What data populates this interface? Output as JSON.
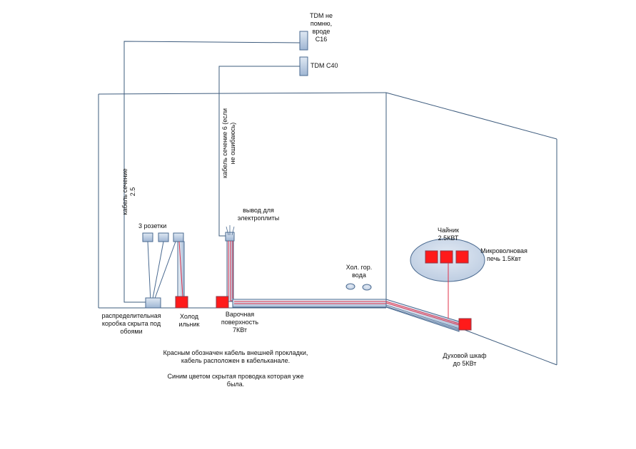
{
  "colors": {
    "line": "#3e5c7e",
    "wire_light": "#9fb4cc",
    "box_fill": "#b7c9e0",
    "box_stroke": "#4a6a90",
    "red": "#ff1a1a",
    "red_stroke": "#8b3a4a",
    "appliance_ellipse": "#c5d3e6",
    "channel_fill": "#c9d6e8",
    "red_wire": "#e0304a"
  },
  "breakers": {
    "c16_label": "TDM не помню, вроде C16",
    "c16_lines": [
      "TDM не",
      "помню,",
      "вроде",
      "C16"
    ],
    "c40_label": "TDM C40"
  },
  "cables": {
    "left_cable_lines": [
      "кабель сечение",
      "2.5"
    ],
    "right_cable_lines": [
      "кабель сечение 6 (если",
      "не ошибаюсь)"
    ]
  },
  "labels": {
    "sockets": "3 розетки",
    "stove_outlet_lines": [
      "вывод для",
      "электроплиты"
    ],
    "junction_box_lines": [
      "распределительная",
      "коробка скрыта под",
      "обоями"
    ],
    "fridge_lines": [
      "Холод",
      "ильник"
    ],
    "hob_lines": [
      "Варочная",
      "поверхность",
      "7КВт"
    ],
    "water_lines": [
      "Хол. гор.",
      "вода"
    ],
    "kettle_lines": [
      "Чайник",
      "2.5КВТ"
    ],
    "microwave_lines": [
      "Микроволновая",
      "печь 1.5Квт"
    ],
    "oven_lines": [
      "Духовой шкаф",
      "до 5КВт"
    ]
  },
  "legend": {
    "red_note_lines": [
      "Красным обозначен кабель внешней прокладки,",
      "кабель расположен в кабельканале."
    ],
    "blue_note_lines": [
      "Синим цветом скрытая проводка которая уже",
      "была."
    ]
  }
}
